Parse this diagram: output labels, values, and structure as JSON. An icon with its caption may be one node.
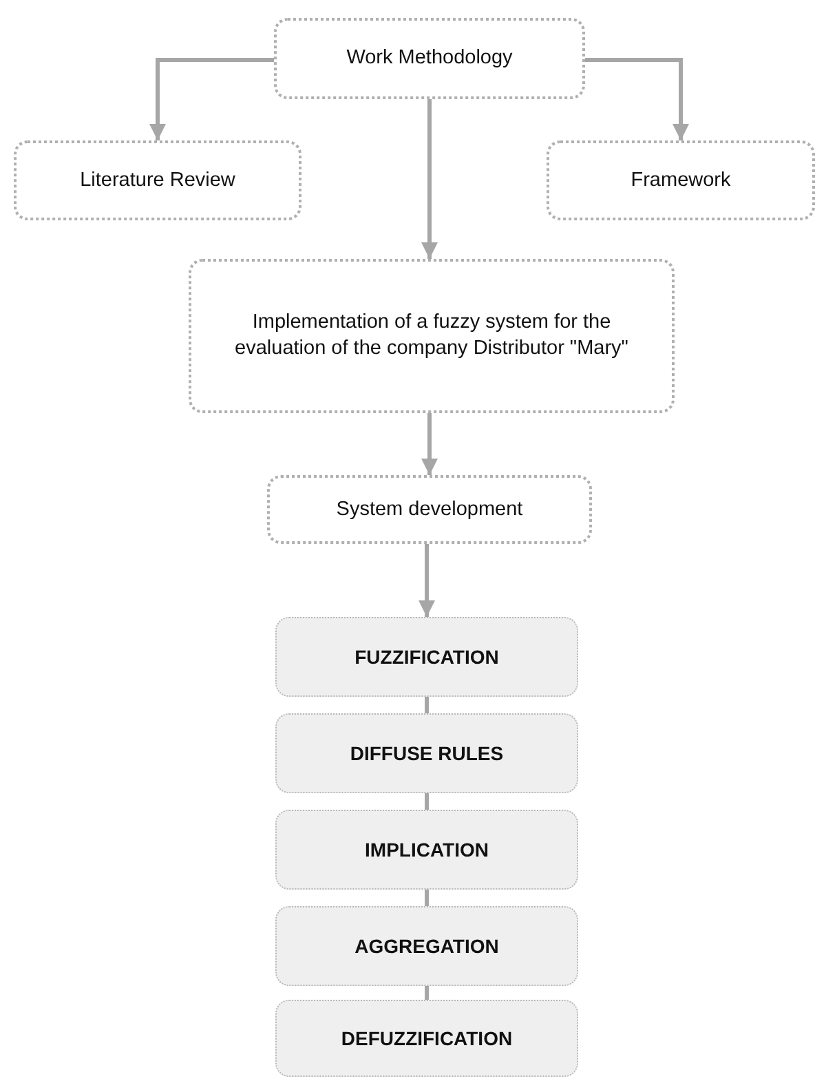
{
  "diagram": {
    "nodes": [
      {
        "text": [
          "Work Methodology"
        ]
      },
      {
        "text": [
          "Literature Review"
        ]
      },
      {
        "text": [
          "Framework"
        ]
      },
      {
        "text": [
          "Implementation of a fuzzy system for the evaluation of the company Distributor \"Mary\""
        ]
      },
      {
        "text": [
          "System development"
        ]
      },
      {
        "text": [
          "FUZZIFICATION"
        ]
      },
      {
        "text": [
          "DIFFUSE RULES"
        ]
      },
      {
        "text": [
          "IMPLICATION"
        ]
      },
      {
        "text": [
          "AGGREGATION"
        ]
      },
      {
        "text": [
          "DEFUZZIFICATION"
        ]
      }
    ],
    "edges": [
      {
        "from": 0,
        "to": 1,
        "arrow": "to"
      },
      {
        "from": 0,
        "to": 3,
        "arrow": "to"
      },
      {
        "from": 0,
        "to": 2,
        "arrow": "to"
      },
      {
        "from": 3,
        "to": 4,
        "arrow": "to"
      },
      {
        "from": 4,
        "to": 5,
        "arrow": "to"
      },
      {
        "from": 5,
        "to": 6,
        "arrow": "none"
      },
      {
        "from": 6,
        "to": 7,
        "arrow": "none"
      },
      {
        "from": 7,
        "to": 8,
        "arrow": "none"
      },
      {
        "from": 8,
        "to": 9,
        "arrow": "none"
      }
    ]
  }
}
